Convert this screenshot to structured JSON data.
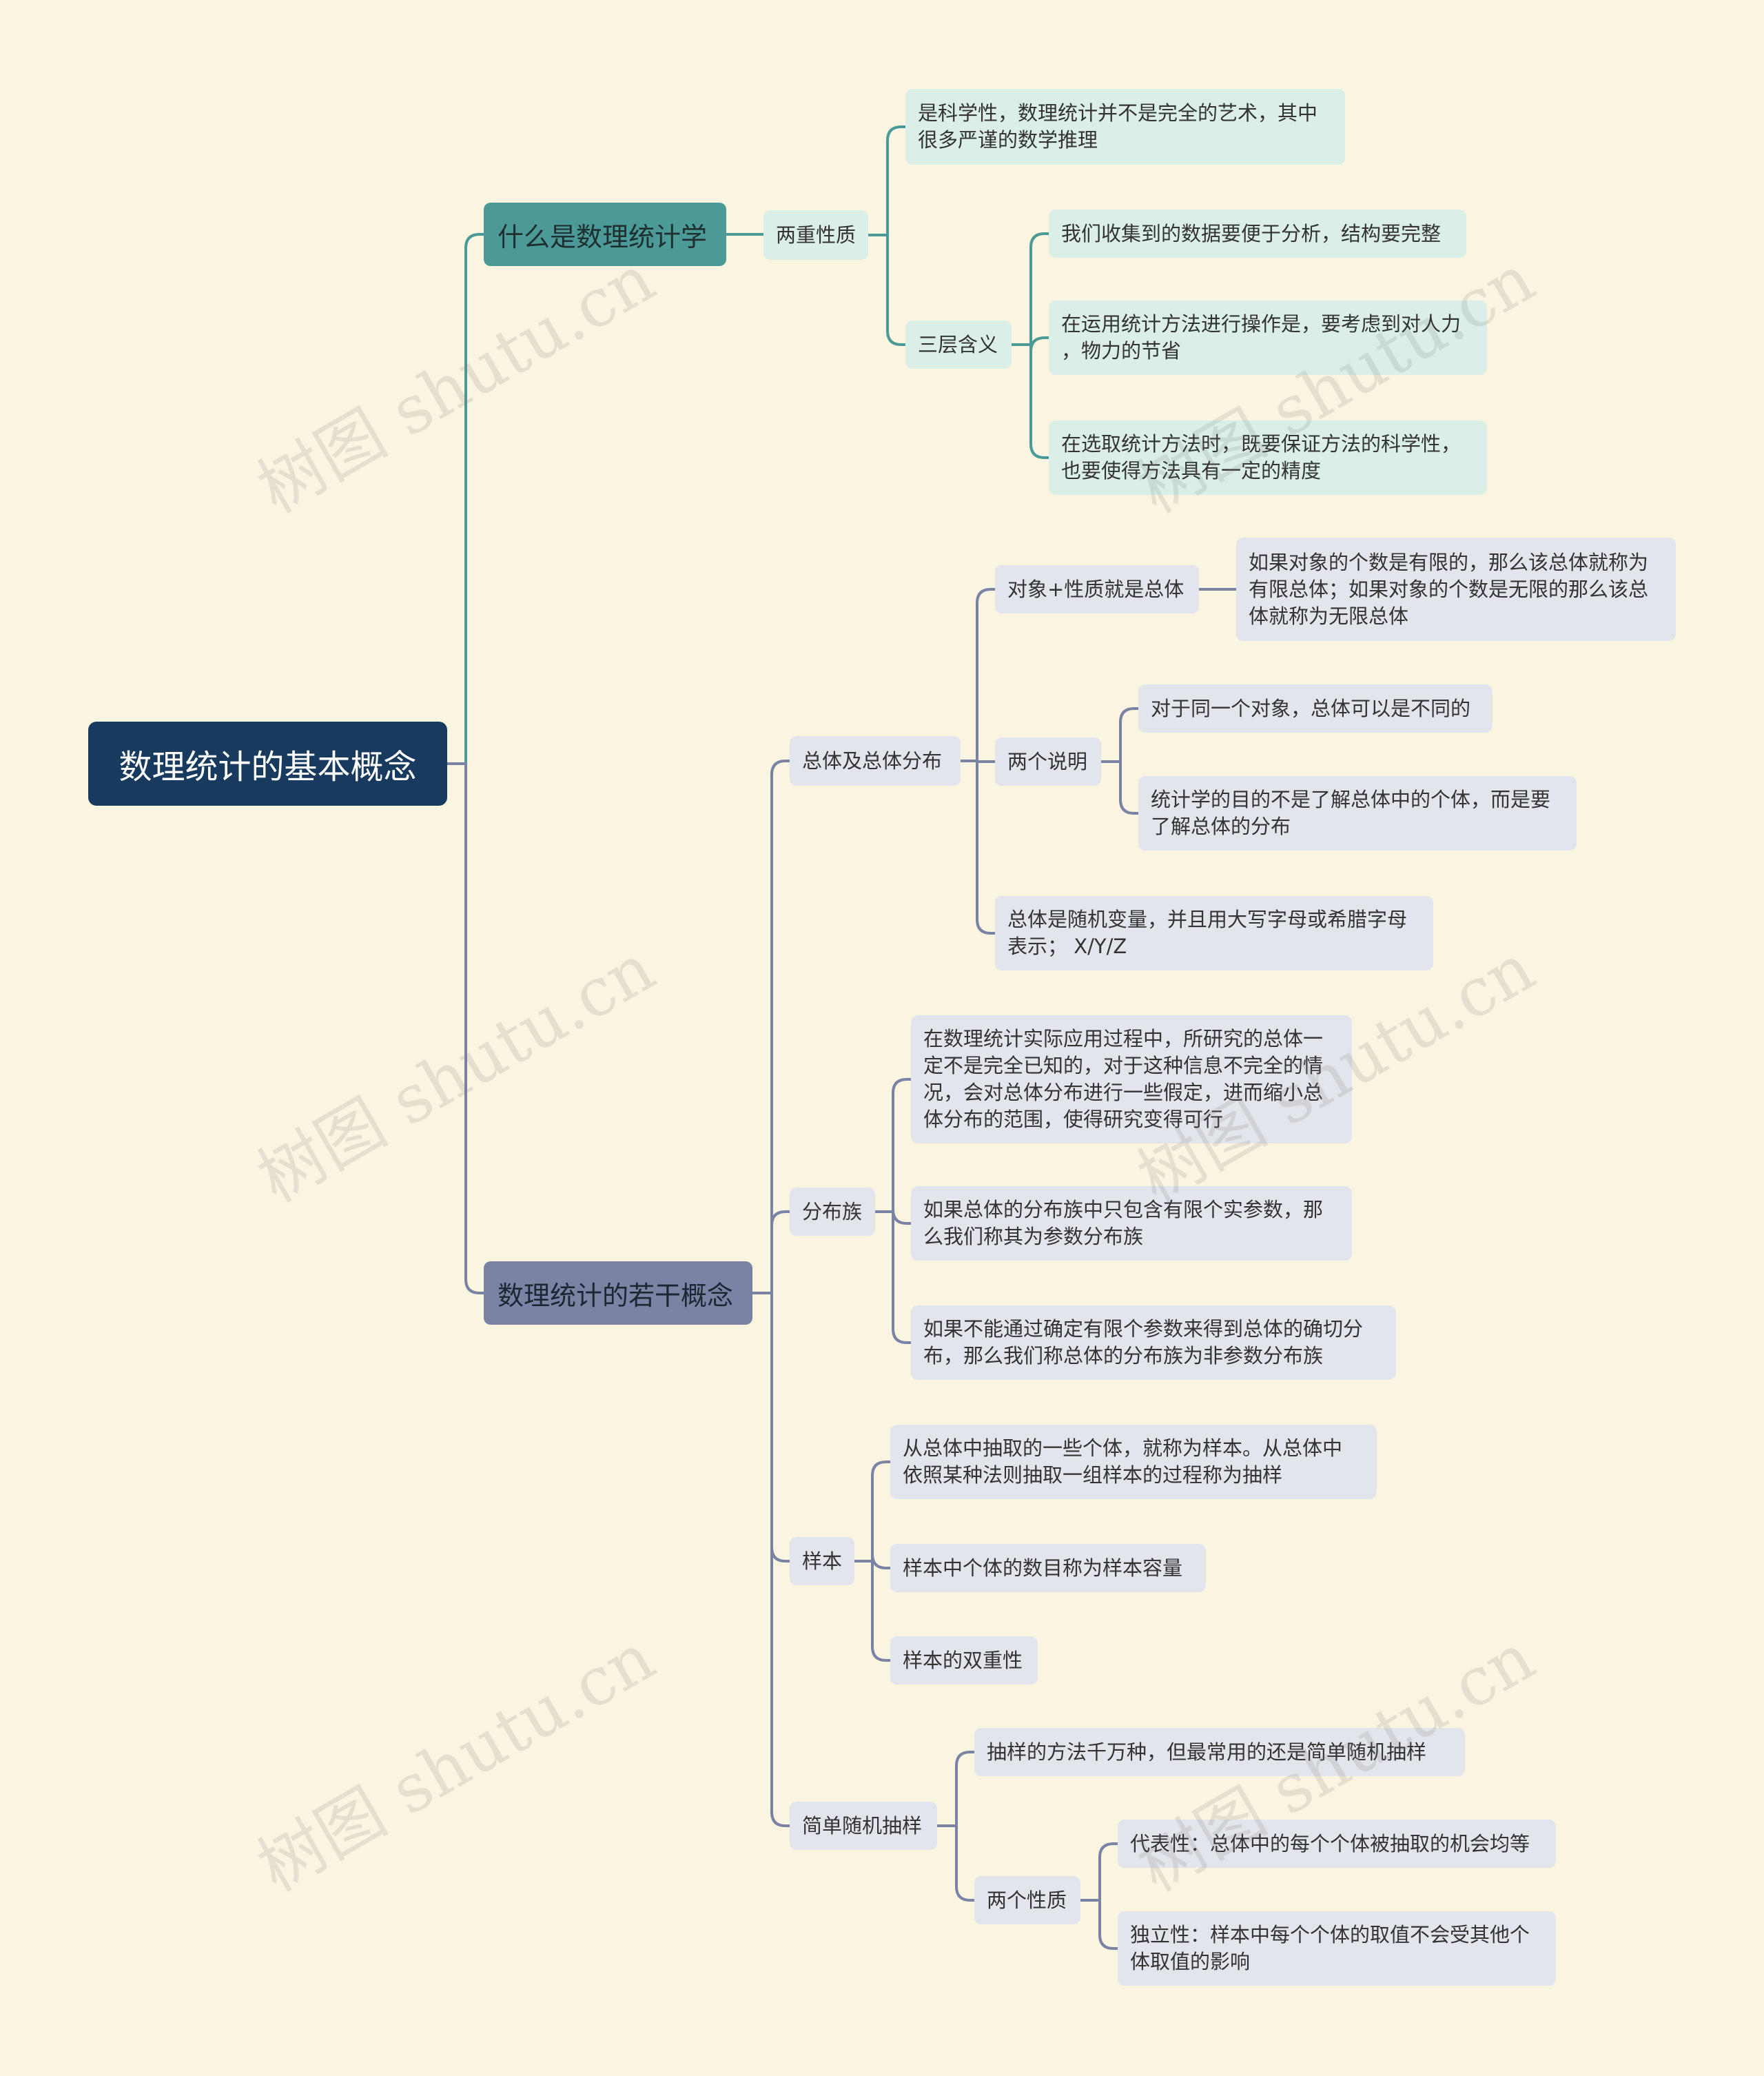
{
  "colors": {
    "background": "#faf5e1",
    "root": "#173a5e",
    "branch_teal": "#4b9a97",
    "branch_slate": "#7a83a3",
    "leaf_teal": "#dbeee8",
    "leaf_grey": "#e3e5ec"
  },
  "watermark": "树图 shutu.cn",
  "root": "数理统计的基本概念",
  "branch1": {
    "title": "什么是数理统计学",
    "dual": "两重性质",
    "scientific": "是科学性，数理统计并不是完全的艺术，其中\n很多严谨的数学推理",
    "three": "三层含义",
    "three_items": [
      "我们收集到的数据要便于分析，结构要完整",
      "在运用统计方法进行操作是，要考虑到对人力\n，物力的节省",
      "在选取统计方法时，既要保证方法的科学性，\n也要使得方法具有一定的精度"
    ]
  },
  "branch2": {
    "title": "数理统计的若干概念",
    "population": {
      "title": "总体及总体分布",
      "obj": "对象+性质就是总体",
      "obj_detail": "如果对象的个数是有限的，那么该总体就称为\n有限总体；如果对象的个数是无限的那么该总\n体就称为无限总体",
      "two": "两个说明",
      "two_items": [
        "对于同一个对象，总体可以是不同的",
        "统计学的目的不是了解总体中的个体，而是要\n了解总体的分布"
      ],
      "random_var": "总体是随机变量，并且用大写字母或希腊字母\n表示； X/Y/Z"
    },
    "family": {
      "title": "分布族",
      "items": [
        "在数理统计实际应用过程中，所研究的总体一\n定不是完全已知的，对于这种信息不完全的情\n况，会对总体分布进行一些假定，进而缩小总\n体分布的范围，使得研究变得可行",
        "如果总体的分布族中只包含有限个实参数，那\n么我们称其为参数分布族",
        "如果不能通过确定有限个参数来得到总体的确切分\n布，那么我们称总体的分布族为非参数分布族"
      ]
    },
    "sample": {
      "title": "样本",
      "items": [
        "从总体中抽取的一些个体，就称为样本。从总体中\n依照某种法则抽取一组样本的过程称为抽样",
        "样本中个体的数目称为样本容量",
        "样本的双重性"
      ]
    },
    "srs": {
      "title": "简单随机抽样",
      "method": "抽样的方法千万种，但最常用的还是简单随机抽样",
      "props": "两个性质",
      "prop_items": [
        "代表性：总体中的每个个体被抽取的机会均等",
        "独立性：样本中每个个体的取值不会受其他个\n体取值的影响"
      ]
    }
  }
}
